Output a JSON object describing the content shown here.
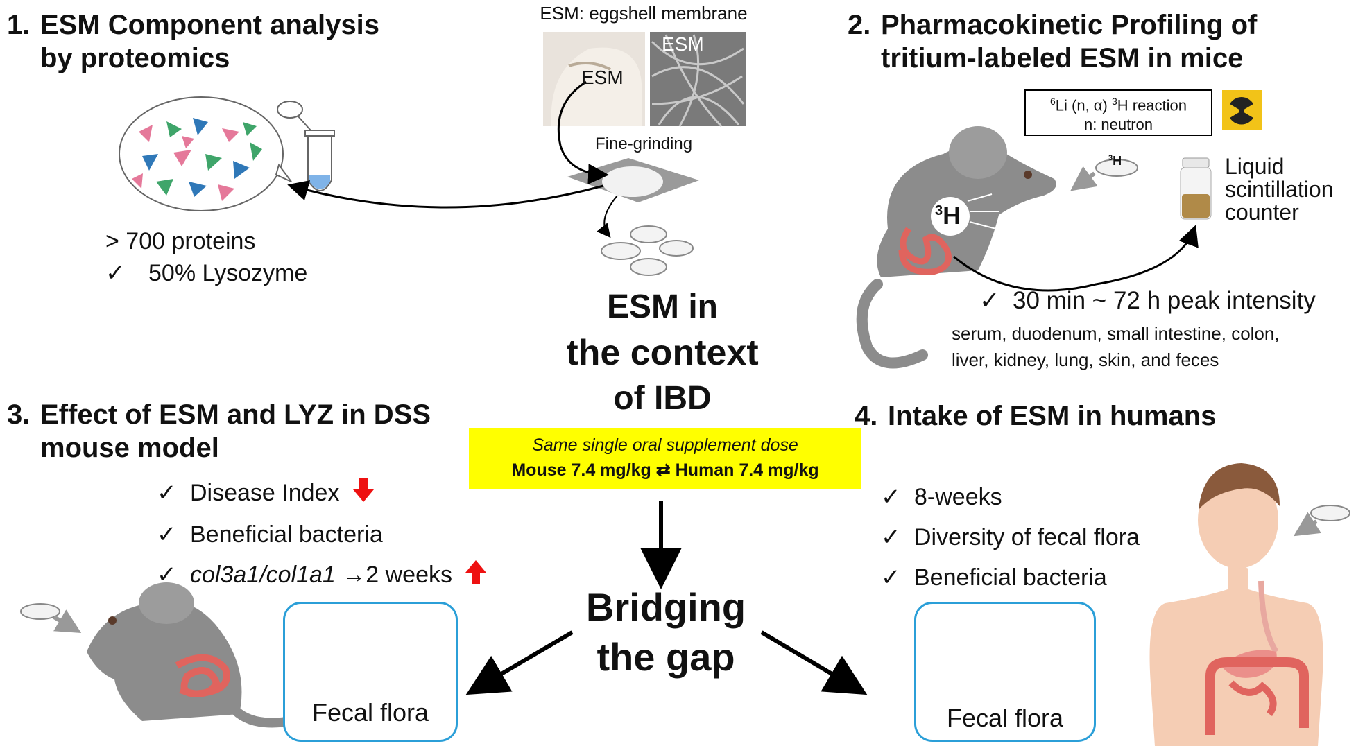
{
  "esm_caption": "ESM: eggshell membrane",
  "esm_photo_label": "ESM",
  "sem_photo_label": "ESM",
  "fine_grinding": "Fine-grinding",
  "center": {
    "title_line1": "ESM in",
    "title_line2": "the context",
    "title_line3": "of IBD",
    "dose_line1": "Same single oral supplement dose",
    "dose_line2": "Mouse 7.4 mg/kg ⇄ Human 7.4 mg/kg",
    "bridge_line1": "Bridging",
    "bridge_line2": "the gap"
  },
  "s1": {
    "num": "1.",
    "title_line1": "ESM Component analysis",
    "title_line2": "by proteomics",
    "line1": "> 700 proteins",
    "line2_tick": "✓",
    "line2": "50% Lysozyme"
  },
  "s2": {
    "num": "2.",
    "title_line1": "Pharmacokinetic Profiling of",
    "title_line2": "tritium-labeled ESM in mice",
    "reaction_pre_sup": "6",
    "reaction_a": "Li (n, α) ",
    "reaction_post_sup": "3",
    "reaction_b": "H reaction",
    "reaction_line2": "n: neutron",
    "counter_line1": "Liquid",
    "counter_line2": "scintillation",
    "counter_line3": "counter",
    "tritium_sup": "3",
    "tritium_letter": "H",
    "peak_tick": "✓",
    "peak": "30 min ~ 72 h peak intensity",
    "organs_line1": "serum, duodenum, small intestine, colon,",
    "organs_line2": "liver, kidney, lung, skin, and feces"
  },
  "s3": {
    "num": "3.",
    "title_line1": "Effect of ESM and LYZ in DSS",
    "title_line2": "mouse model",
    "tick": "✓",
    "item1": "Disease Index",
    "item2": "Beneficial bacteria",
    "item3_italic": "col3a1/col1a1",
    "item3_rest": " →2 weeks",
    "fecal": "Fecal flora"
  },
  "s4": {
    "num": "4.",
    "title": "Intake of ESM in humans",
    "tick": "✓",
    "item1": "8-weeks",
    "item2": "Diversity of fecal flora",
    "item3": "Beneficial bacteria",
    "fecal": "Fecal flora"
  },
  "colors": {
    "arrow_red": "#ee1111",
    "mouse_gray": "#8c8c8c",
    "intestine_red": "#e0645e",
    "box_blue": "#2b9fd8",
    "highlight_yellow": "#ffff00",
    "skin": "#f5cdb4",
    "hair": "#8a5a3c",
    "radiation_yellow": "#f2c318"
  }
}
